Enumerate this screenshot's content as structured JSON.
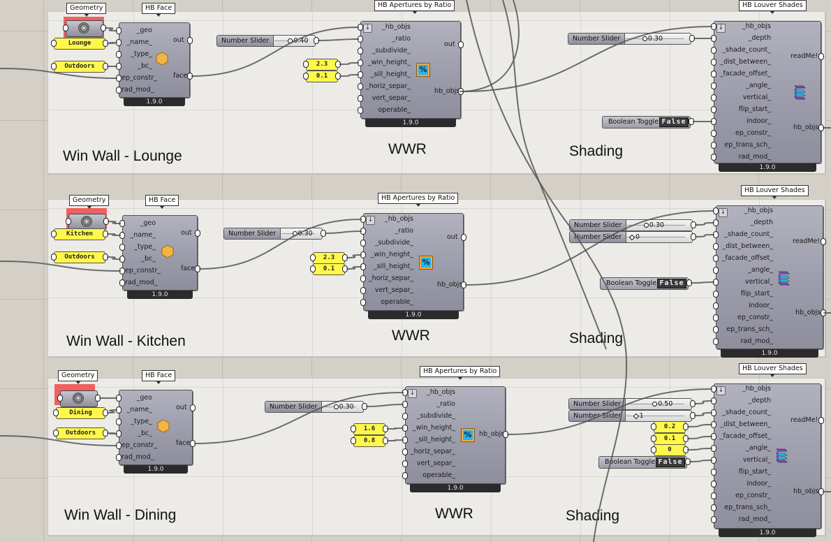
{
  "rows": [
    {
      "group_label": "Win Wall - Lounge",
      "wwr_label": "WWR",
      "shading_label": "Shading",
      "geometry": {
        "tooltip": "Geometry"
      },
      "name_panel": "Lounge",
      "bc_panel": "Outdoors",
      "hb_face": {
        "tooltip": "HB Face",
        "inputs": [
          "_geo",
          "_name_",
          "_type_",
          "_bc_",
          "ep_constr_",
          "rad_mod_"
        ],
        "outputs": [
          "out",
          "faces"
        ],
        "version": "1.9.0"
      },
      "ratio_slider": {
        "label": "Number Slider",
        "value": "0.40",
        "fraction": 0.4
      },
      "win_height_panel": "2.3",
      "sill_height_panel": "0.1",
      "apertures": {
        "tooltip": "HB Apertures by Ratio",
        "inputs": [
          "_hb_objs",
          "_ratio",
          "_subdivide_",
          "_win_height_",
          "_sill_height_",
          "_horiz_separ_",
          "vert_separ_",
          "operable_"
        ],
        "outputs": [
          "out",
          "hb_objs"
        ],
        "version": "1.9.0"
      },
      "depth_slider": {
        "label": "Number Slider",
        "value": "0.30",
        "fraction": 0.3
      },
      "toggle": {
        "label": "Boolean Toggle",
        "value": "False"
      },
      "louvers": {
        "tooltip": "HB Louver Shades",
        "inputs": [
          "_hb_objs",
          "_depth",
          "_shade_count_",
          "_dist_between_",
          "_facade_offset_",
          "_angle_",
          "vertical_",
          "flip_start_",
          "indoor_",
          "ep_constr_",
          "ep_trans_sch_",
          "rad_mod_"
        ],
        "outputs": [
          "readMe!",
          "hb_objs"
        ],
        "version": "1.9.0"
      }
    },
    {
      "group_label": "Win Wall - Kitchen",
      "wwr_label": "WWR",
      "shading_label": "Shading",
      "geometry": {
        "tooltip": "Geometry"
      },
      "name_panel": "Kitchen",
      "bc_panel": "Outdoors",
      "hb_face": {
        "tooltip": "HB Face",
        "inputs": [
          "_geo",
          "_name_",
          "_type_",
          "_bc_",
          "ep_constr_",
          "rad_mod_"
        ],
        "outputs": [
          "out",
          "faces"
        ],
        "version": "1.9.0"
      },
      "ratio_slider": {
        "label": "Number Slider",
        "value": "0.30",
        "fraction": 0.3
      },
      "win_height_panel": "2.3",
      "sill_height_panel": "0.1",
      "apertures": {
        "tooltip": "HB Apertures by Ratio",
        "inputs": [
          "_hb_objs",
          "_ratio",
          "_subdivide_",
          "_win_height_",
          "_sill_height_",
          "_horiz_separ_",
          "vert_separ_",
          "operable_"
        ],
        "outputs": [
          "out",
          "hb_objs"
        ],
        "version": "1.9.0"
      },
      "depth_slider": {
        "label": "Number Slider",
        "value": "0.30",
        "fraction": 0.3
      },
      "count_slider": {
        "label": "Number Slider",
        "value": "0",
        "fraction": 0.0
      },
      "toggle": {
        "label": "Boolean Toggle",
        "value": "False"
      },
      "louvers": {
        "tooltip": "HB Louver Shades",
        "inputs": [
          "_hb_objs",
          "_depth",
          "_shade_count_",
          "_dist_between_",
          "_facade_offset_",
          "_angle_",
          "vertical_",
          "flip_start_",
          "indoor_",
          "ep_constr_",
          "ep_trans_sch_",
          "rad_mod_"
        ],
        "outputs": [
          "readMe!",
          "hb_objs"
        ],
        "version": "1.9.0"
      }
    },
    {
      "group_label": "Win Wall - Dining",
      "wwr_label": "WWR",
      "shading_label": "Shading",
      "geometry": {
        "tooltip": "Geometry"
      },
      "name_panel": "Dining",
      "bc_panel": "Outdoors",
      "hb_face": {
        "tooltip": "HB Face",
        "inputs": [
          "_geo",
          "_name_",
          "_type_",
          "_bc_",
          "ep_constr_",
          "rad_mod_"
        ],
        "outputs": [
          "out",
          "faces"
        ],
        "version": "1.9.0"
      },
      "ratio_slider": {
        "label": "Number Slider",
        "value": "0.30",
        "fraction": 0.3
      },
      "win_height_panel": "1.6",
      "sill_height_panel": "0.8",
      "apertures": {
        "tooltip": "HB Apertures by Ratio",
        "inputs": [
          "_hb_objs",
          "_ratio",
          "_subdivide_",
          "_win_height_",
          "_sill_height_",
          "_horiz_separ_",
          "vert_separ_",
          "operable_"
        ],
        "outputs": [
          "hb_objs"
        ],
        "version": "1.9.0"
      },
      "depth_slider": {
        "label": "Number Slider",
        "value": "0.50",
        "fraction": 0.5
      },
      "count_slider": {
        "label": "Number Slider",
        "value": "1",
        "fraction": 0.1
      },
      "dist_panel": "0.2",
      "offset_panel": "0.1",
      "angle_panel": "0",
      "toggle": {
        "label": "Boolean Toggle",
        "value": "False"
      },
      "louvers": {
        "tooltip": "HB Louver Shades",
        "inputs": [
          "_hb_objs",
          "_depth",
          "_shade_count_",
          "_dist_between_",
          "_facade_offset_",
          "_angle_",
          "vertical_",
          "flip_start_",
          "indoor_",
          "ep_constr_",
          "ep_trans_sch_",
          "rad_mod_"
        ],
        "outputs": [
          "readMe!",
          "hb_objs"
        ],
        "version": "1.9.0"
      }
    }
  ],
  "colors": {
    "canvas": "#d4d0c8",
    "group": "#ecebe7",
    "panel": "#fff84a",
    "geometry_highlight": "#f06060",
    "wire": "#555555"
  }
}
